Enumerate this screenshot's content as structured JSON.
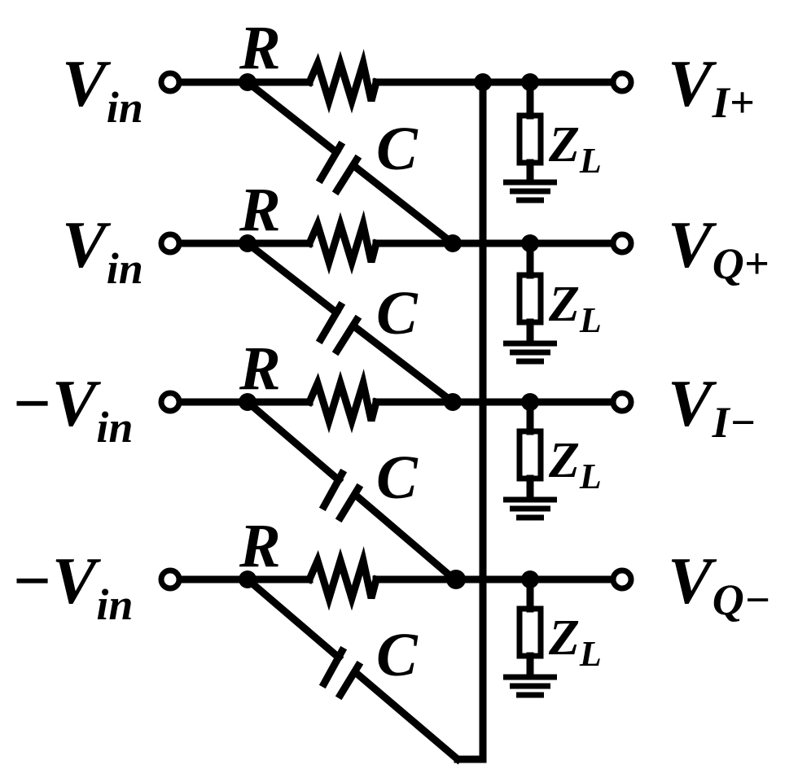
{
  "inputs": [
    {
      "sign": "",
      "main": "V",
      "sub": "in"
    },
    {
      "sign": "",
      "main": "V",
      "sub": "in"
    },
    {
      "sign": "−",
      "main": "V",
      "sub": "in"
    },
    {
      "sign": "−",
      "main": "V",
      "sub": "in"
    }
  ],
  "outputs": [
    {
      "main": "V",
      "sub": "I+"
    },
    {
      "main": "V",
      "sub": "Q+"
    },
    {
      "main": "V",
      "sub": "I−"
    },
    {
      "main": "V",
      "sub": "Q−"
    }
  ],
  "resistor_label": "R",
  "capacitor_label": "C",
  "load_label": {
    "main": "Z",
    "sub": "L"
  }
}
